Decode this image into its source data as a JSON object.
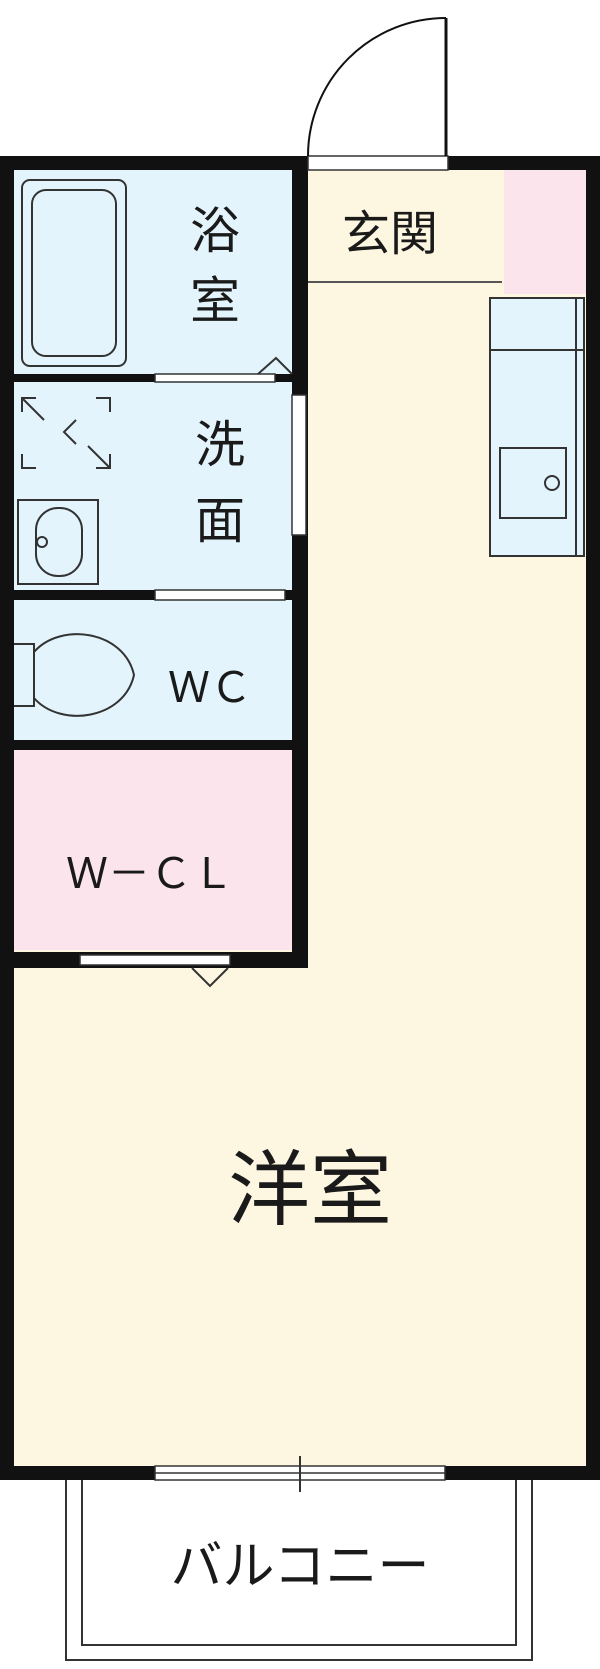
{
  "rooms": {
    "bath": {
      "line1": "浴",
      "line2": "室"
    },
    "washroom": {
      "line1": "洗",
      "line2": "面"
    },
    "toilet": {
      "label": "ＷＣ"
    },
    "closet": {
      "label": "Ｗ－ＣＬ"
    },
    "entrance": {
      "label": "玄関"
    },
    "western_room": {
      "label": "洋室"
    },
    "balcony": {
      "label": "バルコニー"
    }
  },
  "colors": {
    "wet_area": "#e3f4fc",
    "closet": "#fce4ec",
    "living": "#fdf6e0",
    "wall": "#111111"
  }
}
